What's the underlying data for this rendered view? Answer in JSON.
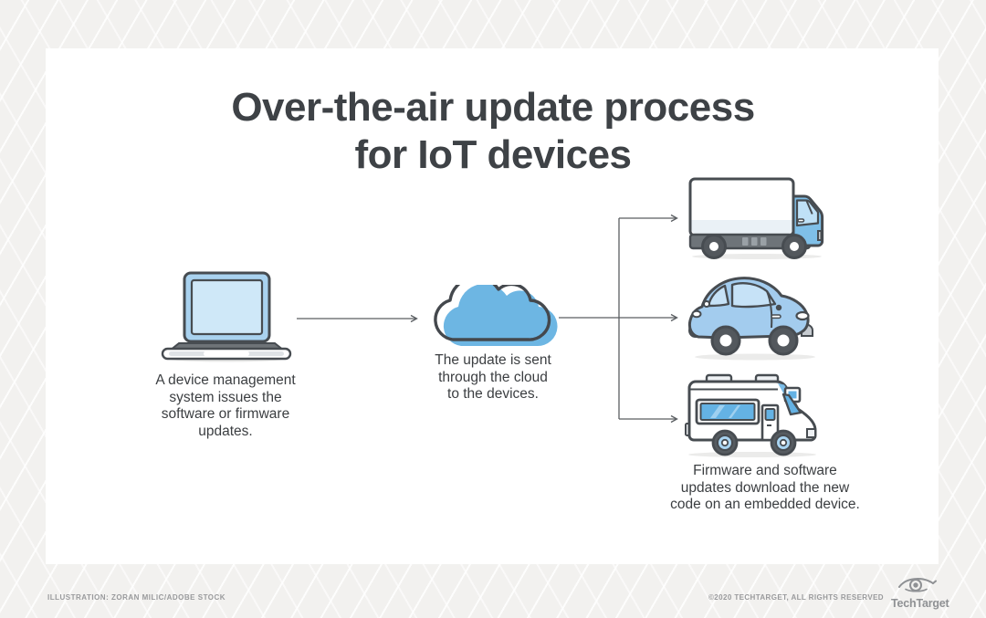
{
  "title": "Over-the-air update process\nfor IoT devices",
  "flow": {
    "source": {
      "icon": "laptop-icon",
      "caption": "A device management\nsystem issues the\nsoftware or firmware\nupdates."
    },
    "transport": {
      "icon": "cloud-icon",
      "caption": "The update is sent\nthrough the cloud\nto the devices."
    },
    "targets": {
      "icons": [
        "truck-icon",
        "car-icon",
        "rv-icon"
      ],
      "caption": "Firmware and software\nupdates download the new\ncode on an embedded device."
    }
  },
  "footer": {
    "credit": "ILLUSTRATION: ZORAN MILIC/ADOBE STOCK",
    "copyright": "©2020 TECHTARGET, ALL RIGHTS RESERVED",
    "brand": "TechTarget",
    "brand_icon": "eye-icon"
  },
  "colors": {
    "background": "#f2f1ef",
    "card": "#ffffff",
    "accent_blue": "#6db6e3",
    "glass_blue": "#c6e2f7",
    "outline": "#474c51",
    "text": "#3b3e41",
    "muted_grey": "#999a9c"
  }
}
